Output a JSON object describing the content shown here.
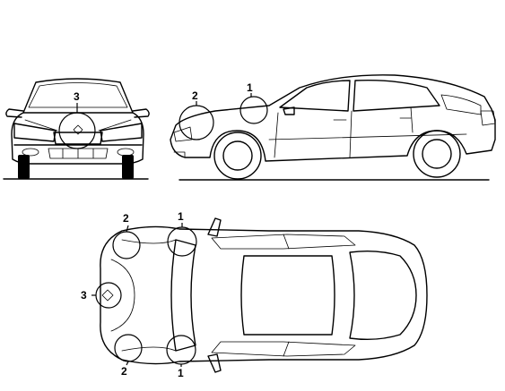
{
  "callouts": {
    "front_view": [
      "3"
    ],
    "side_view": [
      "2",
      "1"
    ],
    "top_view": [
      "2",
      "1",
      "3",
      "2",
      "1"
    ]
  }
}
